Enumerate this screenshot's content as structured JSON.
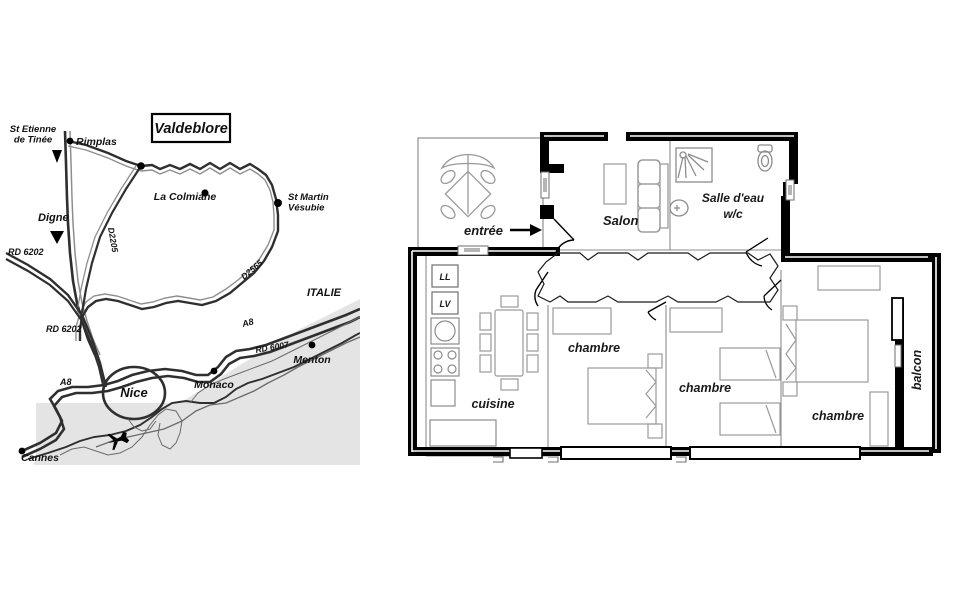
{
  "document": {
    "title": "Valdeblore location - carte d'accès et plan de l'appartement",
    "background_color": "#ffffff"
  },
  "map": {
    "name": "carte-acces-valdeblore",
    "background_color": "#ffffff",
    "sea_color": "#e2e2e2",
    "road_color": "#2b2b2b",
    "highlight_box_label": "Valdeblore",
    "country_label": "ITALIE",
    "towns": [
      {
        "label": "St Etienne\nde Tinée",
        "line1": "St Etienne",
        "line2": "de Tinée"
      },
      {
        "label": "Rimplas"
      },
      {
        "label": "La Colmiane"
      },
      {
        "label": "St Martin\nVésubie",
        "line1": "St Martin",
        "line2": "Vésubie"
      },
      {
        "label": "Digne"
      },
      {
        "label": "Nice"
      },
      {
        "label": "Monaco"
      },
      {
        "label": "Menton"
      },
      {
        "label": "Cannes"
      }
    ],
    "roads": [
      {
        "label": "D2205",
        "orientation": "vertical"
      },
      {
        "label": "D2565",
        "orientation": "diagonal"
      },
      {
        "label": "RD 6202",
        "orientation": "horizontal"
      },
      {
        "label": "RD 6202",
        "orientation": "horizontal"
      },
      {
        "label": "RD 6007",
        "orientation": "diagonal"
      },
      {
        "label": "A8",
        "orientation": "diagonal"
      },
      {
        "label": "A8",
        "orientation": "horizontal"
      }
    ],
    "icons": [
      {
        "name": "airplane-icon",
        "meaning": "airport"
      },
      {
        "name": "direction-arrow-icon",
        "meaning": "direction towards St Etienne de Tinée"
      },
      {
        "name": "direction-arrow-icon",
        "meaning": "direction towards Digne"
      }
    ]
  },
  "floorplan": {
    "name": "plan-appartement",
    "wall_color": "#000000",
    "furniture_color": "#8c8c8c",
    "entrance_label": "entrée",
    "rooms": [
      {
        "id": "salon",
        "label": "Salon"
      },
      {
        "id": "salle-eau",
        "label_line1": "Salle d'eau",
        "label_line2": "w/c"
      },
      {
        "id": "cuisine",
        "label": "cuisine"
      },
      {
        "id": "chambre-1",
        "label": "chambre"
      },
      {
        "id": "chambre-2",
        "label": "chambre"
      },
      {
        "id": "chambre-3",
        "label": "chambre"
      },
      {
        "id": "balcon",
        "label": "balcon"
      }
    ],
    "appliances": [
      {
        "id": "washing-machine",
        "label": "LL"
      },
      {
        "id": "dishwasher",
        "label": "LV"
      }
    ],
    "fixtures": [
      {
        "name": "shower-icon",
        "room": "salle-eau"
      },
      {
        "name": "toilet-icon",
        "room": "salle-eau"
      },
      {
        "name": "sink-icon",
        "room": "salle-eau"
      },
      {
        "name": "sofa-icon",
        "room": "salon"
      },
      {
        "name": "tv-unit-icon",
        "room": "salon"
      },
      {
        "name": "parasol-table-icon",
        "room": "terrasse"
      },
      {
        "name": "dining-table-icon",
        "room": "cuisine"
      },
      {
        "name": "kitchen-sink-icon",
        "room": "cuisine"
      },
      {
        "name": "cooktop-icon",
        "room": "cuisine"
      },
      {
        "name": "double-bed-icon",
        "room": "chambre-1"
      },
      {
        "name": "single-bed-icon",
        "room": "chambre-2"
      },
      {
        "name": "single-bed-icon",
        "room": "chambre-2"
      },
      {
        "name": "double-bed-icon",
        "room": "chambre-3"
      }
    ]
  }
}
